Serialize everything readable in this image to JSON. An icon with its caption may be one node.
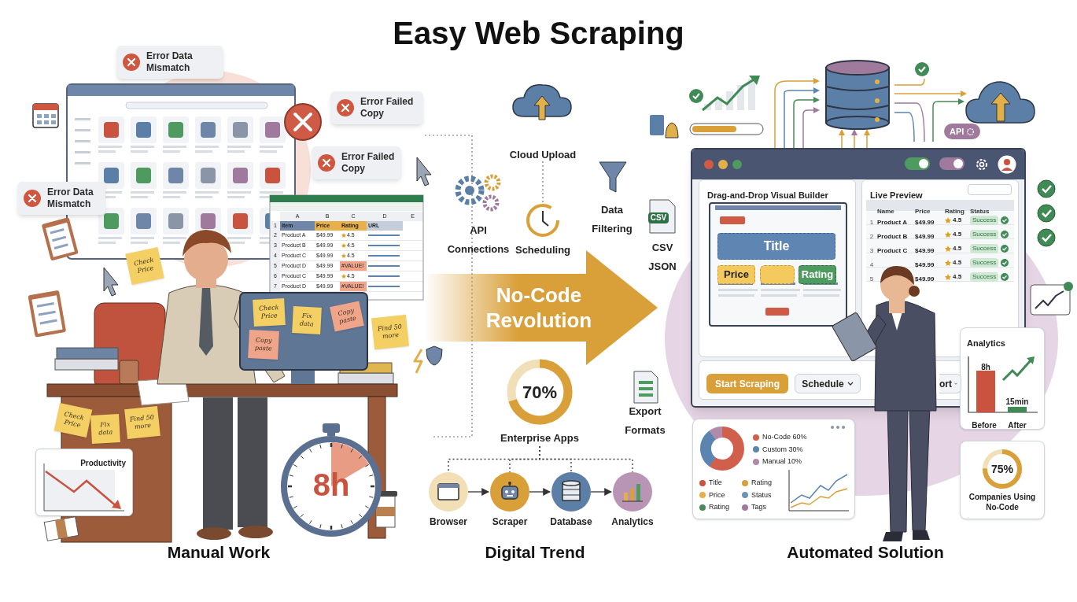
{
  "diagram": {
    "title": "Easy Web Scraping",
    "nodes": [
      {
        "text": [
          "Error Data Mismatch"
        ]
      },
      {
        "text": [
          "Error Failed Copy"
        ]
      },
      {
        "text": [
          "Error Failed Copy"
        ]
      },
      {
        "text": [
          "Error Data Mismatch"
        ]
      },
      {
        "text": [
          "Check Price"
        ]
      },
      {
        "text": [
          "Check Price"
        ]
      },
      {
        "text": [
          "Fix data"
        ]
      },
      {
        "text": [
          "Copy paste"
        ]
      },
      {
        "text": [
          "Copy paste"
        ]
      },
      {
        "text": [
          "Find 50 more"
        ]
      },
      {
        "text": [
          "Check Price"
        ]
      },
      {
        "text": [
          "Fix data"
        ]
      },
      {
        "text": [
          "Find 50 more"
        ]
      },
      {
        "text": [
          "Productivity"
        ]
      },
      {
        "text": [
          "8h"
        ]
      },
      {
        "text": [
          "No-Code Revolution"
        ]
      },
      {
        "text": [
          "70%"
        ],
        "beside": [
          "Enterprise Apps"
        ]
      },
      {
        "text": [],
        "shape": "circle",
        "beside": [
          "Browser"
        ]
      },
      {
        "text": [],
        "shape": "circle",
        "beside": [
          "Scraper"
        ]
      },
      {
        "text": [],
        "shape": "circle",
        "beside": [
          "Database"
        ]
      },
      {
        "text": [],
        "shape": "circle",
        "beside": [
          "Analytics"
        ]
      },
      {
        "text": [],
        "shape": "box"
      },
      {
        "text": [
          "Drag-and-Drop Visual Builder"
        ],
        "in": 21
      },
      {
        "text": [
          "Title"
        ],
        "in": 22
      },
      {
        "text": [
          "Price"
        ],
        "in": 22
      },
      {
        "text": [],
        "shape": "box",
        "in": 22
      },
      {
        "text": [
          "Rating"
        ],
        "in": 22
      },
      {
        "text": [
          "Live Preview"
        ],
        "in": 21
      },
      {
        "text": [
          "Analytics",
          "8h",
          "15min",
          "Before",
          "After"
        ]
      },
      {
        "text": [
          "75%",
          "Companies Using No-Code"
        ]
      }
    ],
    "edges": [
      {
        "from": 17,
        "to": 18,
        "arrow": "to"
      },
      {
        "from": 18,
        "to": 19,
        "arrow": "to"
      },
      {
        "from": 19,
        "to": 20,
        "arrow": "to"
      },
      {
        "from": 16,
        "to": 17,
        "arrow": "none",
        "style": "dashed"
      },
      {
        "from": 16,
        "to": 18,
        "arrow": "none",
        "style": "dashed"
      },
      {
        "from": 16,
        "to": 19,
        "arrow": "none",
        "style": "dashed"
      },
      {
        "from": 16,
        "to": 20,
        "arrow": "none",
        "style": "dashed"
      }
    ],
    "labels": [
      "A",
      "B",
      "C",
      "D",
      "E",
      "1",
      "Item",
      "Price",
      "Rating",
      "URL",
      "2",
      "Product A",
      "$49.99",
      "4.5",
      "3",
      "Product B",
      "$49.99",
      "4.5",
      "4",
      "Product C",
      "$49.99",
      "4.5",
      "5",
      "Product D",
      "$49.99",
      "#VALUE!",
      "6",
      "Product C",
      "$49.99",
      "4.5",
      "7",
      "Product D",
      "$49.99",
      "#VALUE!",
      "Cloud Upload",
      "API Connections",
      "Scheduling",
      "Data Filtering",
      "CSV",
      "CSV JSON",
      "Export Formats",
      "API",
      "Name",
      "Price",
      "Rating",
      "Status",
      "1",
      "Product A",
      "$49.99",
      "4.5",
      "Success",
      "2",
      "Product B",
      "$49.99",
      "4.5",
      "Success",
      "3",
      "Product C",
      "$49.99",
      "4.5",
      "Success",
      "4",
      "$49.99",
      "4.5",
      "Success",
      "5",
      "$49.99",
      "4.5",
      "Success",
      "Start Scraping",
      "Schedule",
      "ort",
      "Manual Work",
      "Digital Trend",
      "Automated Solution"
    ],
    "legend": [
      {
        "text": "No-Code 60%",
        "color": "#d0604b"
      },
      {
        "text": "Custom 30%",
        "color": "#5b84b1"
      },
      {
        "text": "Manual 10%",
        "color": "#b08aa8"
      },
      {
        "text": "Title",
        "color": "#c9533f"
      },
      {
        "text": "Rating",
        "color": "#d9a03a"
      },
      {
        "text": "Price",
        "color": "#e8b04a"
      },
      {
        "text": "Status",
        "color": "#6f93b8"
      },
      {
        "text": "Rating",
        "color": "#4a8a5a"
      },
      {
        "text": "Tags",
        "color": "#a07a9c"
      }
    ]
  }
}
